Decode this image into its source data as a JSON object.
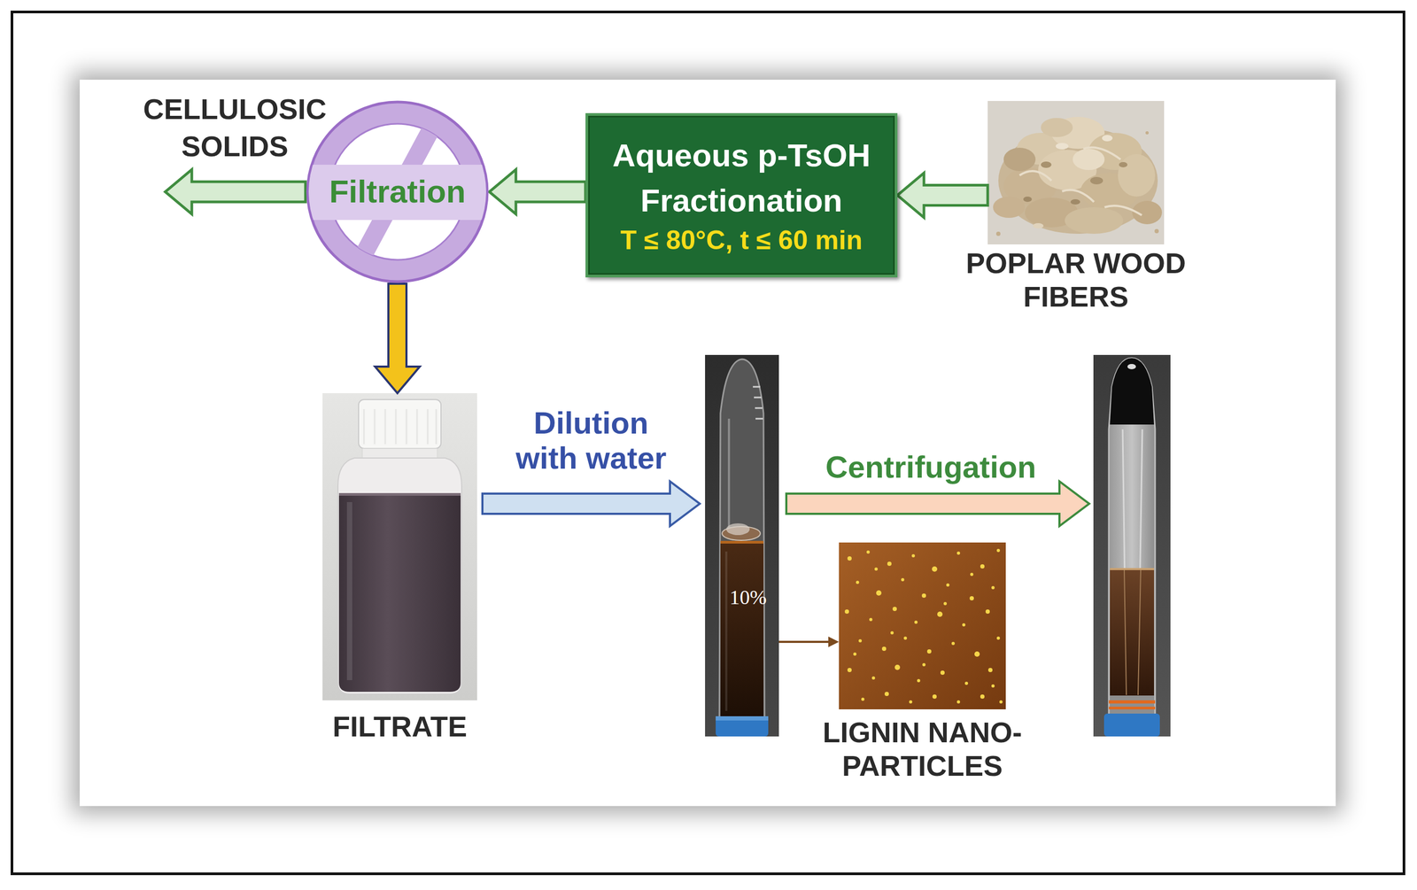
{
  "diagram": {
    "nodes": [
      {
        "text": [
          "CELLULOSIC SOLIDS"
        ]
      },
      {
        "text": [
          "Filtration"
        ]
      },
      {
        "text": [
          "Aqueous p-TsOH Fractionation",
          "T ≤ 80°C, t ≤ 60 min"
        ]
      },
      {
        "text": [
          "POPLAR WOOD FIBERS"
        ]
      },
      {
        "text": [
          "FILTRATE"
        ]
      },
      {
        "text": [
          "10%"
        ]
      },
      {
        "text": [
          "LIGNIN NANO- PARTICLES"
        ]
      }
    ],
    "edges": [
      {
        "from": 3,
        "to": 2,
        "arrow": "to"
      },
      {
        "from": 2,
        "to": 1,
        "arrow": "to"
      },
      {
        "from": 1,
        "to": 0,
        "arrow": "to"
      },
      {
        "from": 1,
        "to": 4,
        "arrow": "to"
      },
      {
        "from": 4,
        "to": 5,
        "label": "Dilution with water",
        "arrow": "to"
      },
      {
        "from": 5,
        "to": 6,
        "arrow": "to"
      }
    ],
    "labels": [
      "Centrifugation"
    ]
  }
}
